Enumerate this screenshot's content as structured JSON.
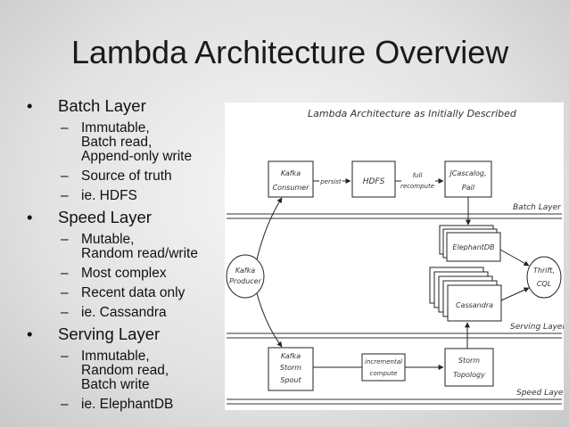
{
  "slide": {
    "title": "Lambda Architecture Overview",
    "sections": [
      {
        "heading": "Batch Layer",
        "items": [
          "Immutable,\nBatch read,\nAppend-only write",
          "Source of truth",
          "ie. HDFS"
        ]
      },
      {
        "heading": "Speed Layer",
        "items": [
          "Mutable,\nRandom read/write",
          "Most complex",
          "Recent data only",
          "ie. Cassandra"
        ]
      },
      {
        "heading": "Serving Layer",
        "items": [
          "Immutable,\nRandom read,\nBatch write",
          "ie. ElephantDB"
        ]
      }
    ]
  },
  "diagram": {
    "title": "Lambda Architecture as Initially Described",
    "kafka_producer": [
      "Kafka",
      "Producer"
    ],
    "kafka_consumer": [
      "Kafka",
      "Consumer"
    ],
    "persist": "persist",
    "hdfs": "HDFS",
    "full_recompute": [
      "full",
      "recompute"
    ],
    "jcascalog": [
      "JCascalog,",
      "Pail"
    ],
    "batch_layer_label": "Batch Layer",
    "elephantdb": "ElephantDB",
    "cassandra": "Cassandra",
    "thrift": [
      "Thrift,",
      "CQL"
    ],
    "serving_layer_label": "Serving Layer",
    "kafka_storm_spout": [
      "Kafka",
      "Storm",
      "Spout"
    ],
    "incremental_compute": [
      "incremental",
      "compute"
    ],
    "storm_topology": [
      "Storm",
      "Topology"
    ],
    "speed_layer_label": "Speed Layer"
  }
}
